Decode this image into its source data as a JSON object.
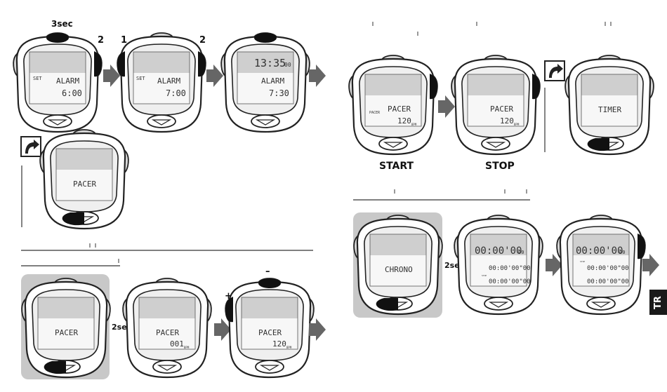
{
  "page": {
    "language_tab": "TR",
    "start_label": "START",
    "stop_label": "STOP",
    "hold_3sec": "3sec",
    "hold_2sec": "2sec",
    "btn_1": "1",
    "btn_2": "2",
    "plus": "+",
    "minus": "–"
  },
  "alarm_sequence": {
    "set_indicator": "SET",
    "alarm_label": "ALARM",
    "alarm_time_1": "6:00",
    "alarm_time_2": "7:00",
    "clock_time": "13:35",
    "clock_seconds": "00",
    "alarm_time_3": "7:30"
  },
  "pacer_mode": {
    "mode_label": "PACER",
    "indicator": "PACER",
    "bpm_value": "120",
    "bpm_initial": "001",
    "bpm_unit": "BPM"
  },
  "timer_mode": {
    "mode_label": "TIMER"
  },
  "chrono_mode": {
    "mode_label": "CHRONO",
    "time_main": "00:00'00",
    "time_main_small": "00",
    "time_split": "00:00'00\"00",
    "time_lap": "00:00'00\"00",
    "split_tag": "LAP",
    "stop_tag": "STOP",
    "lap_tag": "SPLIT"
  }
}
